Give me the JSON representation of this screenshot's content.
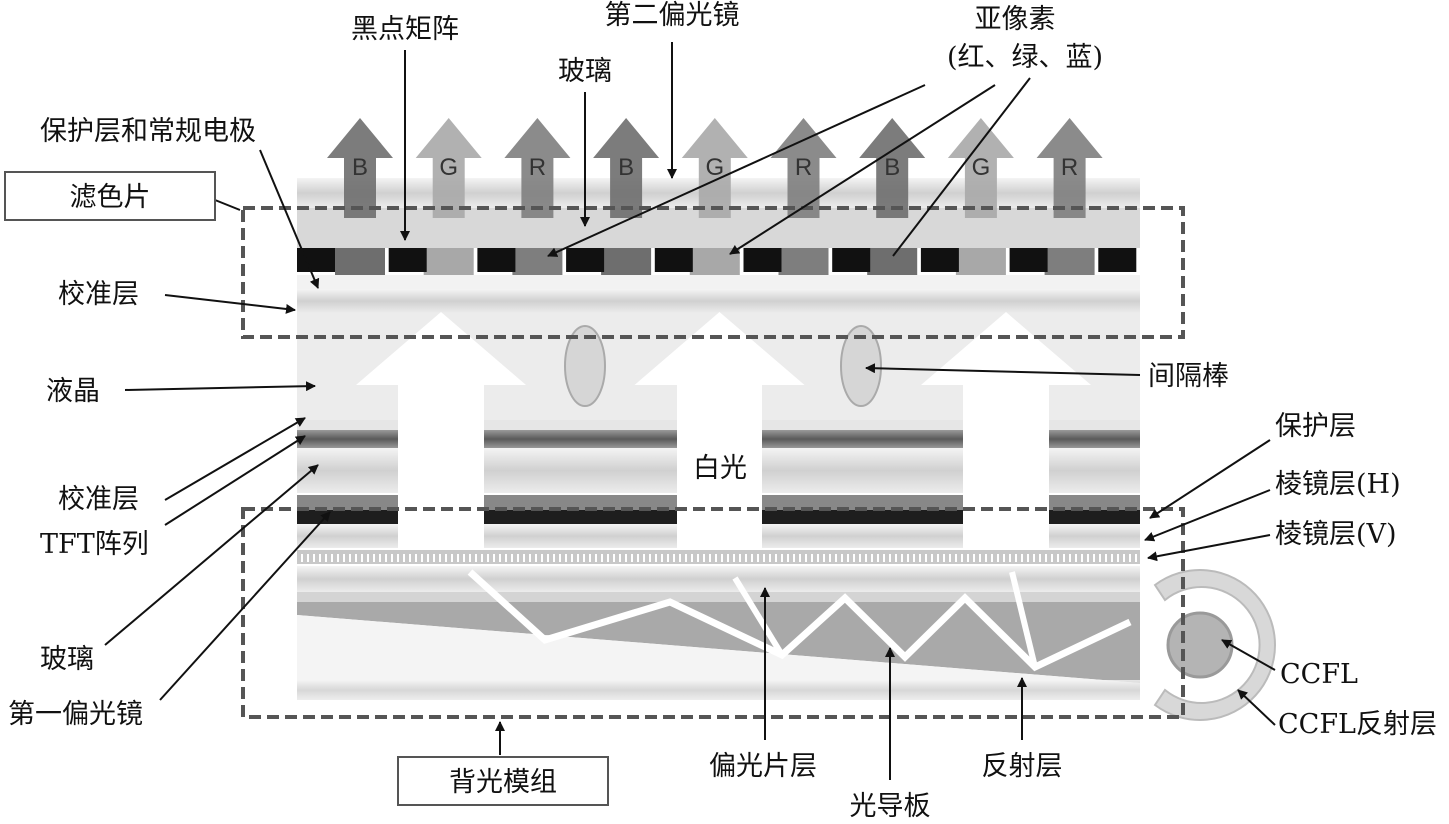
{
  "title_labels": {
    "black_matrix": "黑点矩阵",
    "second_polarizer": "第二偏光镜",
    "glass_top": "玻璃",
    "subpixel": "亚像素",
    "subpixel_colors": "(红、绿、蓝)",
    "protective_electrode": "保护层和常规电极",
    "color_filter": "滤色片",
    "alignment_top": "校准层",
    "liquid_crystal": "液晶",
    "spacer": "间隔棒",
    "alignment_bottom": "校准层",
    "tft_array": "TFT阵列",
    "glass_bottom": "玻璃",
    "first_polarizer": "第一偏光镜",
    "white_light": "白光",
    "protective_layer": "保护层",
    "prism_h": "棱镜层(H)",
    "prism_v": "棱镜层(V)",
    "ccfl": "CCFL",
    "ccfl_reflector": "CCFL反射层",
    "backlight_module": "背光模组",
    "polarizer_sheet": "偏光片层",
    "light_guide": "光导板",
    "reflector": "反射层"
  },
  "subpixel_arrows": [
    "B",
    "G",
    "R",
    "B",
    "G",
    "R",
    "B",
    "G",
    "R"
  ],
  "colors": {
    "B": "#6e6e6e",
    "G": "#a8a8a8",
    "R": "#7e7e7e"
  }
}
